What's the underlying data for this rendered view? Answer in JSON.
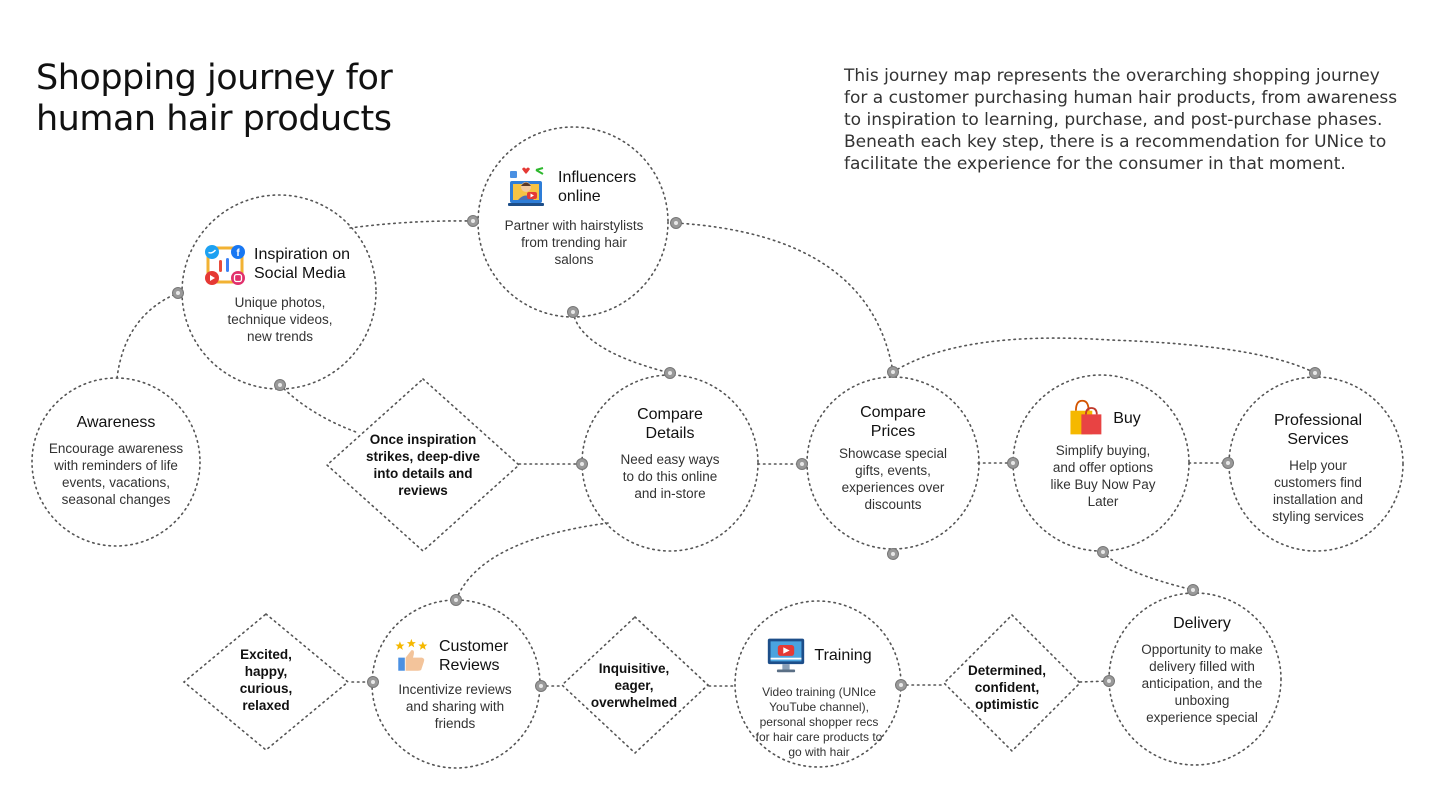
{
  "title": "Shopping journey for human hair products",
  "intro": "This journey map represents the overarching shopping journey for a customer purchasing human hair products, from awareness to inspiration to learning, purchase, and post-purchase phases. Beneath each key step, there is a recommendation for UNice to facilitate the experience for the consumer in that moment.",
  "nodes": {
    "awareness": {
      "title": "Awareness",
      "desc": "Encourage awareness with reminders of life events, vacations, seasonal changes"
    },
    "inspiration": {
      "title": "Inspiration on Social Media",
      "desc": "Unique photos, technique videos, new trends",
      "icon": "social-media-icon"
    },
    "influencers": {
      "title": "Influencers online",
      "desc": "Partner with hairstylists from trending hair salons",
      "icon": "influencer-icon"
    },
    "compare_details": {
      "title": "Compare Details",
      "desc": "Need easy ways to do this online and in-store"
    },
    "compare_prices": {
      "title": "Compare Prices",
      "desc": "Showcase special gifts, events, experiences over discounts"
    },
    "buy": {
      "title": "Buy",
      "desc": "Simplify buying, and offer options like Buy Now Pay Later",
      "icon": "shopping-bag-icon"
    },
    "professional": {
      "title": "Professional Services",
      "desc": "Help your customers find installation and styling services"
    },
    "reviews": {
      "title": "Customer Reviews",
      "desc": "Incentivize reviews and sharing with friends",
      "icon": "reviews-icon"
    },
    "training": {
      "title": "Training",
      "desc": "Video training (UNIce YouTube channel), personal shopper recs for hair care products to go with hair",
      "icon": "video-training-icon"
    },
    "delivery": {
      "title": "Delivery",
      "desc": "Opportunity to make delivery filled with anticipation, and the unboxing experience special"
    }
  },
  "diamonds": {
    "deep_dive": "Once inspiration strikes, deep-dive into details and reviews",
    "excited": "Excited, happy, curious, relaxed",
    "inquisitive": "Inquisitive, eager, overwhelmed",
    "determined": "Determined, confident, optimistic"
  },
  "colors": {
    "dots": "#555555",
    "connector": "#999999",
    "connector_stroke": "#777777"
  }
}
